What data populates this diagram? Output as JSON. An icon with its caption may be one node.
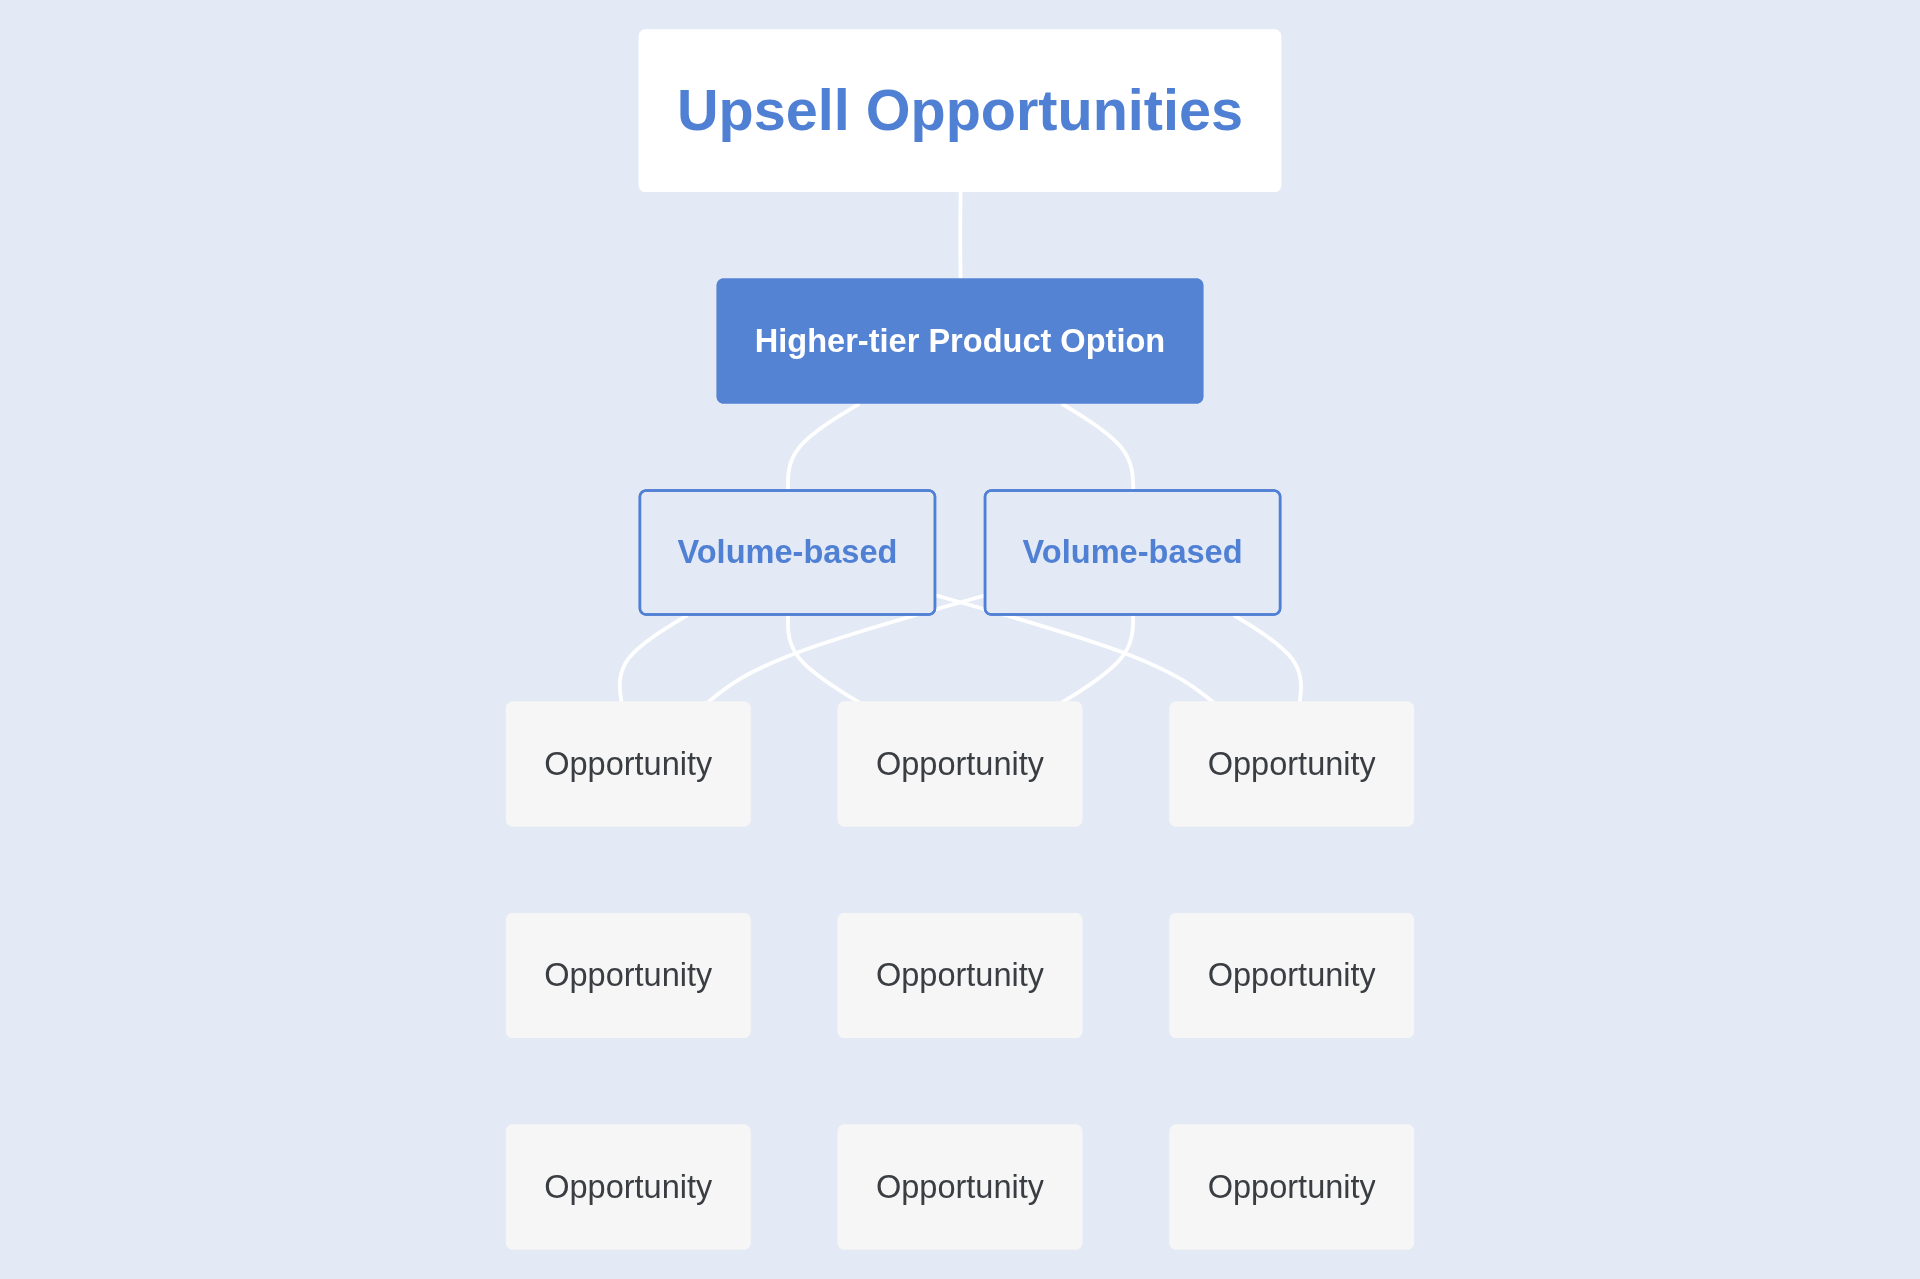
{
  "diagram": {
    "nodes": [
      {
        "text": [
          "Upsell Opportunities"
        ]
      },
      {
        "text": [
          "Higher-tier Product Option"
        ]
      },
      {
        "text": [
          "Volume-based"
        ]
      },
      {
        "text": [
          "Volume-based"
        ]
      },
      {
        "text": [
          "Opportunity"
        ]
      },
      {
        "text": [
          "Opportunity"
        ]
      },
      {
        "text": [
          "Opportunity"
        ]
      },
      {
        "text": [
          "Opportunity"
        ]
      },
      {
        "text": [
          "Opportunity"
        ]
      },
      {
        "text": [
          "Opportunity"
        ]
      },
      {
        "text": [
          "Opportunity"
        ]
      },
      {
        "text": [
          "Opportunity"
        ]
      },
      {
        "text": [
          "Opportunity"
        ]
      }
    ],
    "edges": [
      {
        "from": 0,
        "to": 1,
        "arrow": "none"
      },
      {
        "from": 1,
        "to": 2,
        "arrow": "none"
      },
      {
        "from": 1,
        "to": 3,
        "arrow": "none"
      },
      {
        "from": 2,
        "to": 4,
        "arrow": "none"
      },
      {
        "from": 2,
        "to": 5,
        "arrow": "none"
      },
      {
        "from": 2,
        "to": 6,
        "arrow": "none"
      },
      {
        "from": 3,
        "to": 4,
        "arrow": "none"
      },
      {
        "from": 3,
        "to": 5,
        "arrow": "none"
      },
      {
        "from": 3,
        "to": 6,
        "arrow": "none"
      }
    ]
  }
}
